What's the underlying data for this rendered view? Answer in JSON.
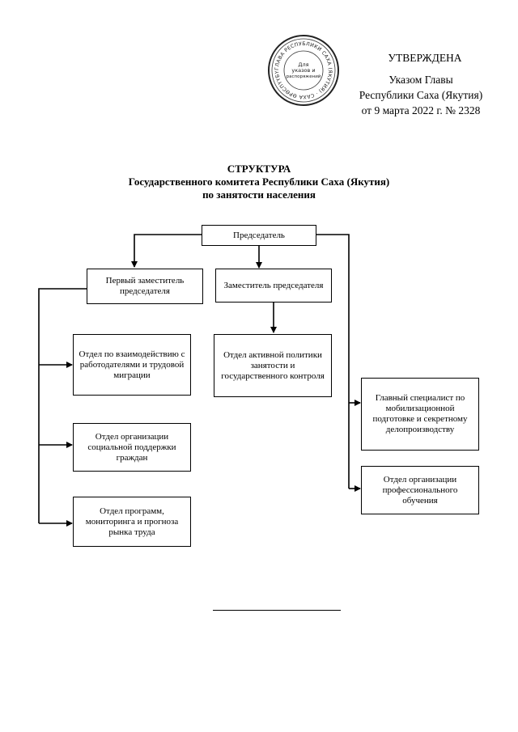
{
  "approval": {
    "line1": "УТВЕРЖДЕНА",
    "line2": "Указом Главы",
    "line3": "Республики Саха (Якутия)",
    "line4": "от 9 марта 2022 г. № 2328"
  },
  "seal": {
    "ring_text": "ГЛАВА РЕСПУБЛИКИ САХА (ЯКУТИЯ) · САХА ӨРӨСПҮҮБҮЛҮКЭТИН ИЛ ДАРХАНА",
    "center_text": [
      "Для",
      "указов и",
      "распоряжений"
    ]
  },
  "title": {
    "line1": "СТРУКТУРА",
    "line2": "Государственного комитета Республики Саха (Якутия)",
    "line3": "по занятости населения"
  },
  "boxes": {
    "chairman": "Председатель",
    "first_deputy": "Первый заместитель председателя",
    "deputy": "Заместитель председателя",
    "dept_employers": "Отдел по взаимодействию с работодателями и трудовой миграции",
    "dept_social": "Отдел организации социальной поддержки граждан",
    "dept_programs": "Отдел программ, мониторинга и прогноза рынка труда",
    "dept_active": "Отдел активной политики занятости и государственного контроля",
    "chief_specialist": "Главный специалист по мобилизационной подготовке и секретному делопроизводству",
    "dept_training": "Отдел организации профессионального обучения"
  }
}
